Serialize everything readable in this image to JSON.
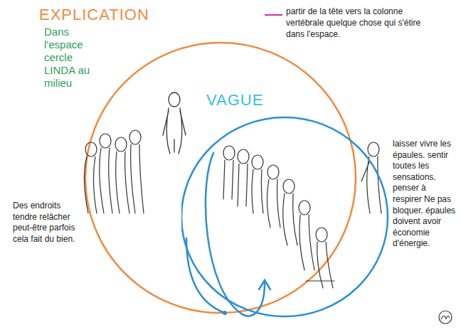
{
  "diagram": {
    "title": "EXPLICATION",
    "nodes": [
      {
        "text": [
          "VAGUE"
        ]
      }
    ],
    "labels": [
      "Dans l'espace cercle LINDA au milieu",
      "partir de la tête vers la colonne vertébrale quelque chose qui s'étire dans l'espace.",
      "laisser vivre les épaules. sentir toutes les sensations. penser à respirer Ne pas bloquer. épaules doivent avoir économie d'énergie.",
      "Des endroits tendre relâcher peut-être parfois cela fait du bien."
    ]
  }
}
